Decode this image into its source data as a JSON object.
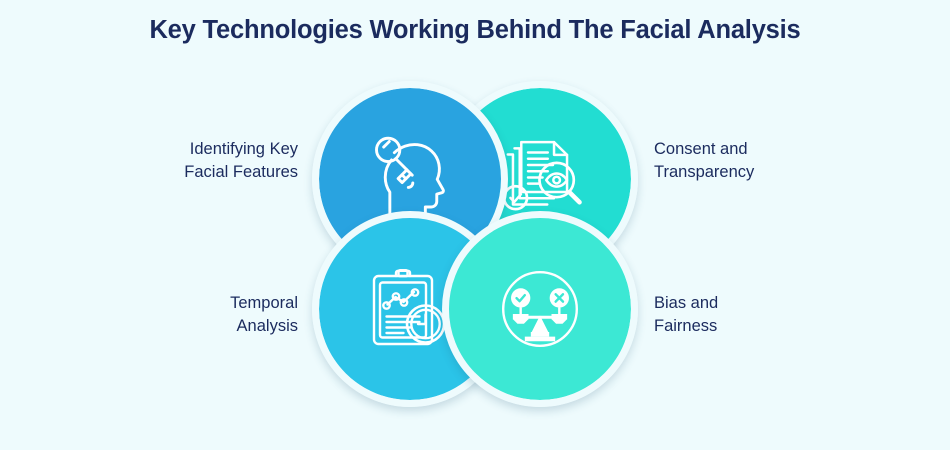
{
  "page": {
    "title": "Key Technologies Working Behind The Facial Analysis",
    "background_color": "#eefbfd",
    "text_color": "#1b2b5e"
  },
  "diagram": {
    "type": "four-overlapping-circles",
    "nodes": [
      {
        "id": "identifying-key-facial-features",
        "label_line1": "Identifying Key",
        "label_line2": "Facial Features",
        "position": "top-left",
        "color": "#29a3e0",
        "icon": "head-profile-key-icon",
        "label_side": "left"
      },
      {
        "id": "consent-and-transparency",
        "label_line1": "Consent and",
        "label_line2": "Transparency",
        "position": "top-right",
        "color": "#22ddd2",
        "icon": "documents-magnifier-eye-icon",
        "label_side": "right"
      },
      {
        "id": "temporal-analysis",
        "label_line1": "Temporal",
        "label_line2": "Analysis",
        "position": "bottom-left",
        "color": "#2bc4e8",
        "icon": "clipboard-chart-clock-icon",
        "label_side": "left"
      },
      {
        "id": "bias-and-fairness",
        "label_line1": "Bias and",
        "label_line2": "Fairness",
        "position": "bottom-right",
        "color": "#3ce8d4",
        "icon": "balance-scale-check-cross-icon",
        "label_side": "right"
      }
    ]
  }
}
